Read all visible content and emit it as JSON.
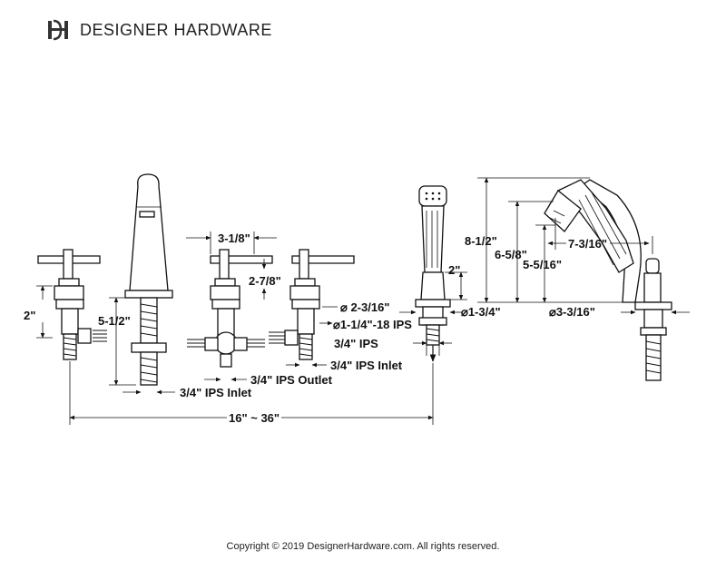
{
  "brand": {
    "logo_icon": "dh-monogram-icon",
    "name": "DESIGNER HARDWARE"
  },
  "dimensions": {
    "handle_height": "2\"",
    "spout_shank": "5-1/2\"",
    "handle_spacing": "3-1/8\"",
    "handle_to_top": "2-7/8\"",
    "escutcheon_dia": "⌀ 2-3/16\"",
    "thread_ips": "⌀1-1/4\"-18 IPS",
    "ips_3_4": "3/4\" IPS",
    "inlet_right": "3/4\" IPS Inlet",
    "outlet": "3/4\" IPS Outlet",
    "inlet_left": "3/4\" IPS Inlet",
    "overall_width": "16\" ~ 36\"",
    "hand_shower_base": "2\"",
    "hand_shower_dia": "⌀1-3/4\"",
    "total_height": "8-1/2\"",
    "height_6": "6-5/8\"",
    "height_5": "5-5/16\"",
    "reach": "7-3/16\"",
    "base_dia": "⌀3-3/16\""
  },
  "copyright": "Copyright © 2019 DesignerHardware.com. All rights reserved."
}
